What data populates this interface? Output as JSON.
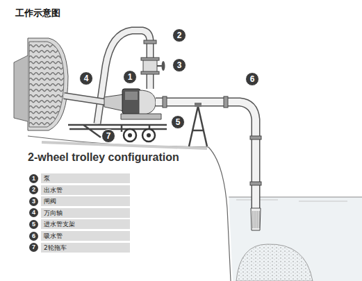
{
  "diagram": {
    "title": "工作示意图",
    "nodes": [
      {
        "text": [
          "1",
          "泵"
        ]
      },
      {
        "text": [
          "2",
          "出水管"
        ]
      },
      {
        "text": [
          "3",
          "闸阀"
        ]
      },
      {
        "text": [
          "4",
          "万向轴"
        ]
      },
      {
        "text": [
          "5",
          "进水管支架"
        ]
      },
      {
        "text": [
          "6",
          "吸水管"
        ]
      },
      {
        "text": [
          "7",
          "2轮拖车"
        ]
      }
    ],
    "labels": [
      "2-wheel trolley configuration",
      "2",
      "3",
      "4",
      "1",
      "6",
      "5",
      "7"
    ]
  }
}
